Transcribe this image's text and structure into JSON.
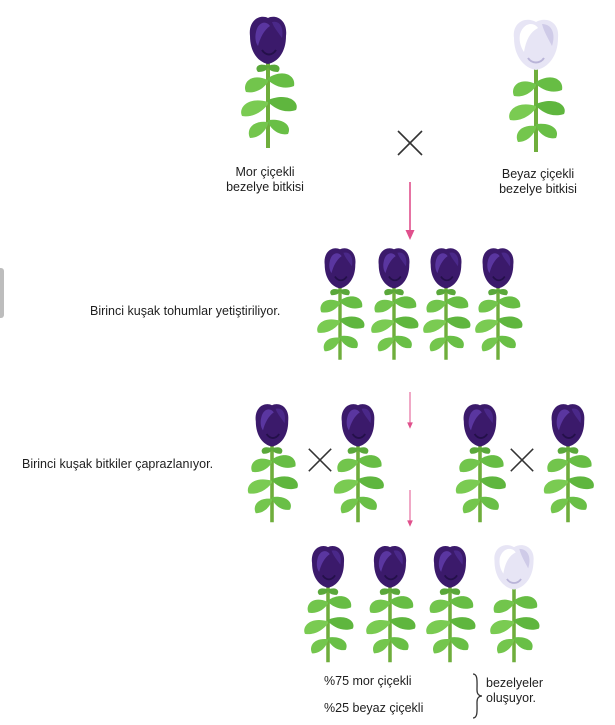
{
  "parents": {
    "purple_label_line1": "Mor çiçekli",
    "purple_label_line2": "bezelye bitkisi",
    "white_label_line1": "Beyaz çiçekli",
    "white_label_line2": "bezelye bitkisi"
  },
  "steps": {
    "first_generation": "Birinci kuşak tohumlar yetiştiriliyor.",
    "cross_first_generation": "Birinci kuşak bitkiler çaprazlanıyor."
  },
  "results": {
    "purple_percent": "%75 mor çiçekli",
    "white_percent": "%25 beyaz çiçekli",
    "outcome_line1": "bezelyeler",
    "outcome_line2": "oluşuyor."
  },
  "colors": {
    "purple_flower": "#3d1a6e",
    "white_flower": "#e6e4f4",
    "leaf": "#6cc24a",
    "arrow": "#e0508c"
  }
}
